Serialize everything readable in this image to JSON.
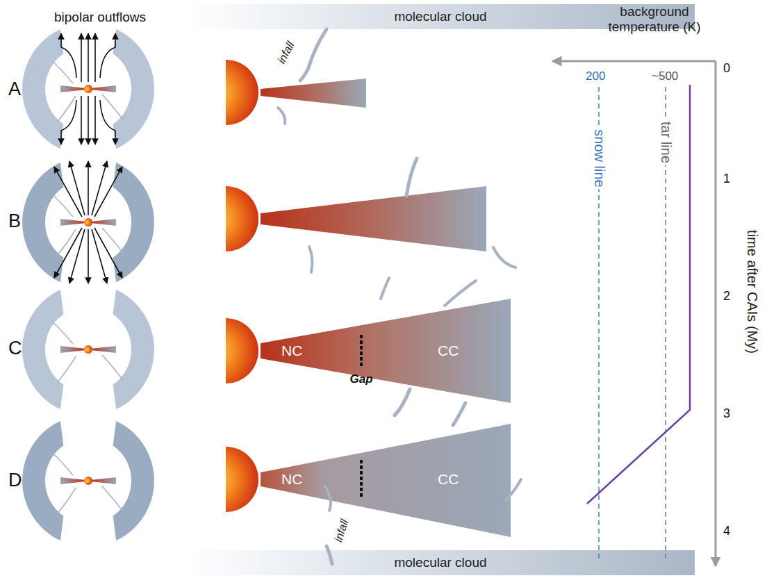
{
  "diagram": {
    "nodes": [
      {
        "text": [
          "molecular cloud"
        ]
      },
      {
        "text": [
          "NC",
          "CC"
        ]
      },
      {
        "text": [
          "NC",
          "CC"
        ]
      },
      {
        "text": [
          "molecular cloud"
        ]
      }
    ],
    "labels": [
      "bipolar outflows",
      "background temperature (K)",
      "200",
      "~500",
      "0",
      "A",
      "infall",
      "1",
      "B",
      "2",
      "C",
      "Gap",
      "3",
      "D",
      "4",
      "infall",
      "snow line",
      "tar line",
      "time after CAIs (My)"
    ]
  }
}
